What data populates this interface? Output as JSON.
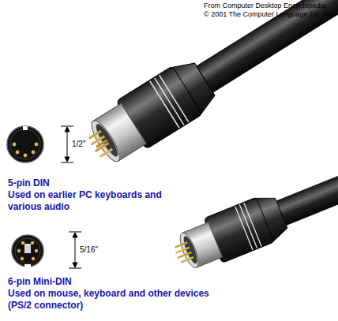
{
  "diagram": {
    "labels": [
      "From Computer Desktop Encyclopedia",
      "© 2001 The Computer Language Co. Inc.",
      "1/2\"",
      "5-pin DIN",
      "Used on earlier PC keyboards and various audio",
      "5/16\"",
      "6-pin Mini-DIN",
      "Used on mouse, keyboard and other devices (PS/2 connector)"
    ]
  }
}
